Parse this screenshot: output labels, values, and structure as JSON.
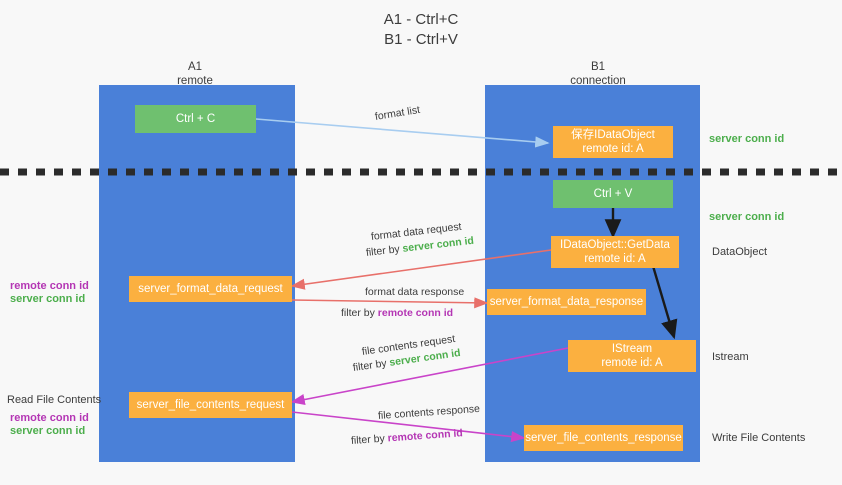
{
  "title": {
    "line1": "A1 - Ctrl+C",
    "line2": "B1 - Ctrl+V"
  },
  "columns": [
    {
      "id": "a1",
      "name": "A1",
      "role": "remote"
    },
    {
      "id": "b1",
      "name": "B1",
      "role": "connection"
    }
  ],
  "nodes": {
    "ctrl_c": {
      "label": "Ctrl + C",
      "color": "#6fc06f"
    },
    "save_idataobject": {
      "line1": "保存IDataObject",
      "line2": "remote id: A",
      "color": "#fbb040"
    },
    "ctrl_v": {
      "label": "Ctrl + V",
      "color": "#6fc06f"
    },
    "getdata": {
      "line1": "IDataObject::GetData",
      "line2": "remote id: A",
      "color": "#fbb040"
    },
    "server_format_data_request": {
      "label": "server_format_data_request",
      "color": "#fbb040"
    },
    "server_format_data_response": {
      "label": "server_format_data_response",
      "color": "#fbb040"
    },
    "istream": {
      "line1": "IStream",
      "line2": "remote id: A",
      "color": "#fbb040"
    },
    "server_file_contents_request": {
      "label": "server_file_contents_request",
      "color": "#fbb040"
    },
    "server_file_contents_response": {
      "label": "server_file_contents_response",
      "color": "#fbb040"
    }
  },
  "edges": {
    "format_list": {
      "label": "format list",
      "color": "#a8cdf0"
    },
    "format_data_request": {
      "label": "format data request",
      "filter_prefix": "filter by ",
      "filter_value": "server conn id",
      "color": "#e8706a"
    },
    "format_data_response": {
      "label": "format data response",
      "filter_prefix": "filter by ",
      "filter_value": "remote conn id",
      "color": "#e8706a"
    },
    "file_contents_request": {
      "label": "file contents request",
      "filter_prefix": "filter by ",
      "filter_value": "server conn id",
      "color": "#c944c9"
    },
    "file_contents_response": {
      "label": "file contents response",
      "filter_prefix": "filter by ",
      "filter_value": "remote conn id",
      "color": "#c944c9"
    }
  },
  "left_labels": {
    "format_remote": "remote conn id",
    "format_server": "server conn id",
    "read_file_contents": "Read File Contents",
    "file_remote": "remote conn id",
    "file_server": "server conn id"
  },
  "right_labels": {
    "server_conn_top": "server conn id",
    "server_conn_mid": "server conn id",
    "dataobject": "DataObject",
    "istream": "Istream",
    "write_file_contents": "Write File Contents"
  },
  "colors": {
    "column_blue": "#4a80d8",
    "node_orange": "#fbb040",
    "node_green": "#6fc06f",
    "accent_green_text": "#4cae4c",
    "accent_purple_text": "#b436b4",
    "arrow_red": "#e8706a",
    "arrow_magenta": "#c944c9",
    "arrow_lightblue": "#a8cdf0",
    "arrow_black": "#1a1a1a",
    "background": "#f8f8f8"
  },
  "divider": {
    "name": "dashed-separator",
    "color": "#2b2b2b"
  }
}
